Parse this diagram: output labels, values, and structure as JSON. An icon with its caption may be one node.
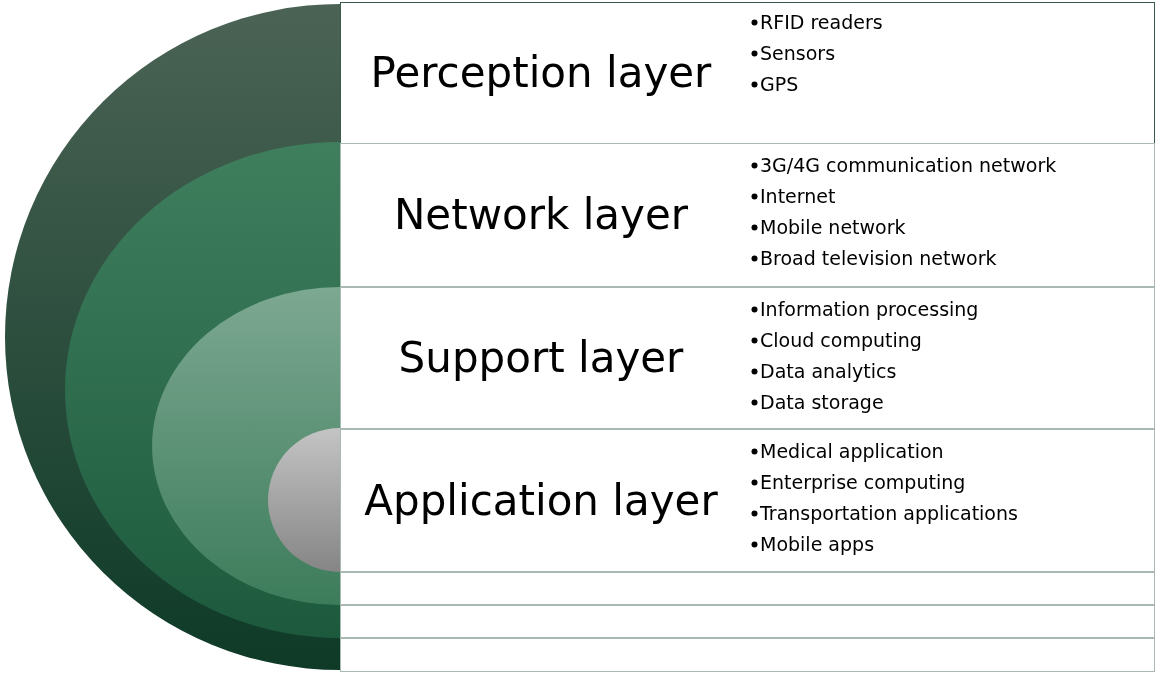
{
  "diagram": {
    "nodes": [
      {
        "text": [
          "Perception layer",
          "RFID readers",
          "Sensors",
          "GPS"
        ]
      },
      {
        "text": [
          "Network layer",
          "3G/4G communication network",
          "Internet",
          "Mobile network",
          "Broad television network"
        ]
      },
      {
        "text": [
          "Support layer",
          "Information processing",
          "Cloud computing",
          "Data analytics",
          "Data storage"
        ]
      },
      {
        "text": [
          "Application layer",
          "Medical application",
          "Enterprise computing",
          "Transportation applications",
          "Mobile apps"
        ]
      },
      {
        "text": [],
        "shape": "box"
      },
      {
        "text": [],
        "shape": "box"
      },
      {
        "text": [],
        "shape": "box"
      }
    ]
  }
}
